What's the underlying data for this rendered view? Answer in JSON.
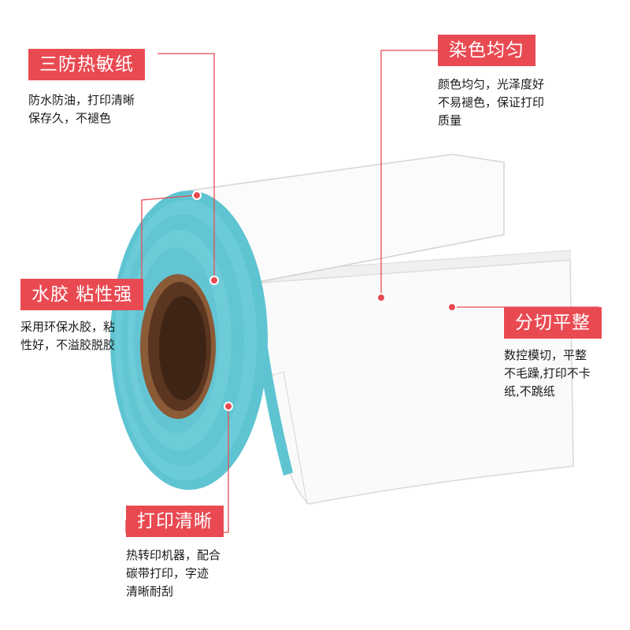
{
  "colors": {
    "accent": "#e94a52",
    "roll": "#5ec4d2",
    "core": "#7a4a2a"
  },
  "callouts": [
    {
      "id": "tri-proof",
      "title": "三防热敏纸",
      "lines": [
        "防水防油，打印清晰",
        "保存久，不褪色"
      ]
    },
    {
      "id": "even-dye",
      "title": "染色均匀",
      "lines": [
        "颜色均匀，光泽度好",
        "不易褪色，保证打印",
        "质量"
      ]
    },
    {
      "id": "adhesive",
      "title": "水胶 粘性强",
      "lines": [
        "采用环保水胶，粘",
        "性好，不溢胶脱胶"
      ]
    },
    {
      "id": "flat-cut",
      "title": "分切平整",
      "lines": [
        "数控模切，平整",
        "不毛躁,打印不卡",
        "纸,不跳纸"
      ]
    },
    {
      "id": "clear-print",
      "title": "打印清晰",
      "lines": [
        "热转印机器，配合",
        "碳带打印，字迹",
        "清晰耐刮"
      ]
    }
  ]
}
